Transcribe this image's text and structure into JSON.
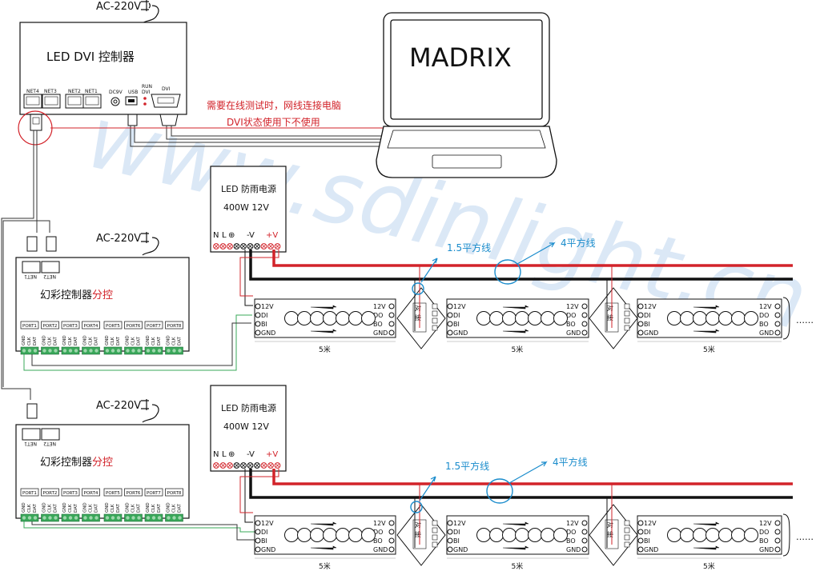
{
  "watermark": "www.sdinlight.cn",
  "dvi_controller": {
    "power": "AC-220V",
    "title": "LED DVI 控制器",
    "ports": [
      "NET4",
      "NET3",
      "NET2",
      "NET1"
    ],
    "dc": "DC9V",
    "usb": "USB",
    "run": "RUN",
    "dvi_led": "DVI",
    "dvi": "DVI"
  },
  "laptop": {
    "screen_text": "MADRIX"
  },
  "notes": [
    "需要在线测试时，网线连接电脑",
    "DVI状态使用下不使用"
  ],
  "controllers": [
    {
      "power": "AC-220V",
      "title": "幻彩控制器",
      "title_red": "分控",
      "net_in": "NET1",
      "net_out": "NET2",
      "ports": [
        "PORT1",
        "PORT2",
        "PORT3",
        "PORT4",
        "PORT5",
        "PORT6",
        "PORT7",
        "PORT8"
      ],
      "pins": [
        "GND",
        "CLK",
        "DAT"
      ]
    },
    {
      "power": "AC-220V",
      "title": "幻彩控制器",
      "title_red": "分控",
      "net_in": "NET1",
      "net_out": "NET2",
      "ports": [
        "PORT1",
        "PORT2",
        "PORT3",
        "PORT4",
        "PORT5",
        "PORT6",
        "PORT7",
        "PORT8"
      ],
      "pins": [
        "GND",
        "CLK",
        "DAT"
      ]
    }
  ],
  "power_supplies": [
    {
      "title": "LED 防雨电源",
      "spec": "400W   12V",
      "terminals": [
        "N",
        "L",
        "⊕",
        "-V",
        "+V"
      ]
    },
    {
      "title": "LED 防雨电源",
      "spec": "400W   12V",
      "terminals": [
        "N",
        "L",
        "⊕",
        "-V",
        "+V"
      ]
    }
  ],
  "wires": {
    "thin": "1.5平方线",
    "thick": "4平方线"
  },
  "strip": {
    "in_pins": [
      "12V",
      "DI",
      "BI",
      "GND"
    ],
    "out_pins": [
      "12V",
      "DO",
      "BO",
      "GND"
    ],
    "length": "5米",
    "joint": [
      "对",
      "接"
    ],
    "more": "……"
  }
}
